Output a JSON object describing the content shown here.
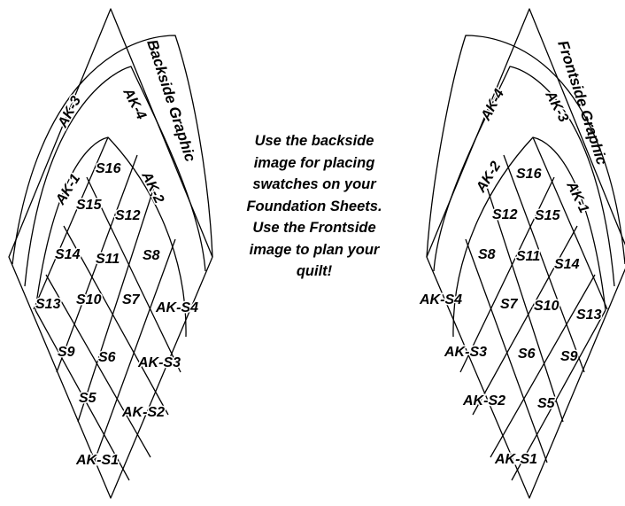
{
  "instructions": [
    "Use the backside",
    "image for placing",
    "swatches on your",
    "Foundation Sheets.",
    "Use the Frontside",
    "image to plan your",
    "quilt!"
  ],
  "backside": {
    "title": "Backside Graphic",
    "arc_labels": [
      "AK-3",
      "AK-4",
      "AK-1",
      "AK-2"
    ],
    "swatches": [
      "S16",
      "S15",
      "S12",
      "S14",
      "S11",
      "S8",
      "S13",
      "S10",
      "S7",
      "S9",
      "S6",
      "S5"
    ],
    "side_labels": [
      "AK-S4",
      "AK-S3",
      "AK-S2",
      "AK-S1"
    ]
  },
  "frontside": {
    "title": "Frontside Graphic",
    "arc_labels": [
      "AK-4",
      "AK-3",
      "AK-2",
      "AK-1"
    ],
    "swatches": [
      "S16",
      "S12",
      "S15",
      "S8",
      "S11",
      "S14",
      "S7",
      "S10",
      "S13",
      "S6",
      "S9",
      "S5"
    ],
    "side_labels": [
      "AK-S4",
      "AK-S3",
      "AK-S2",
      "AK-S1"
    ]
  }
}
